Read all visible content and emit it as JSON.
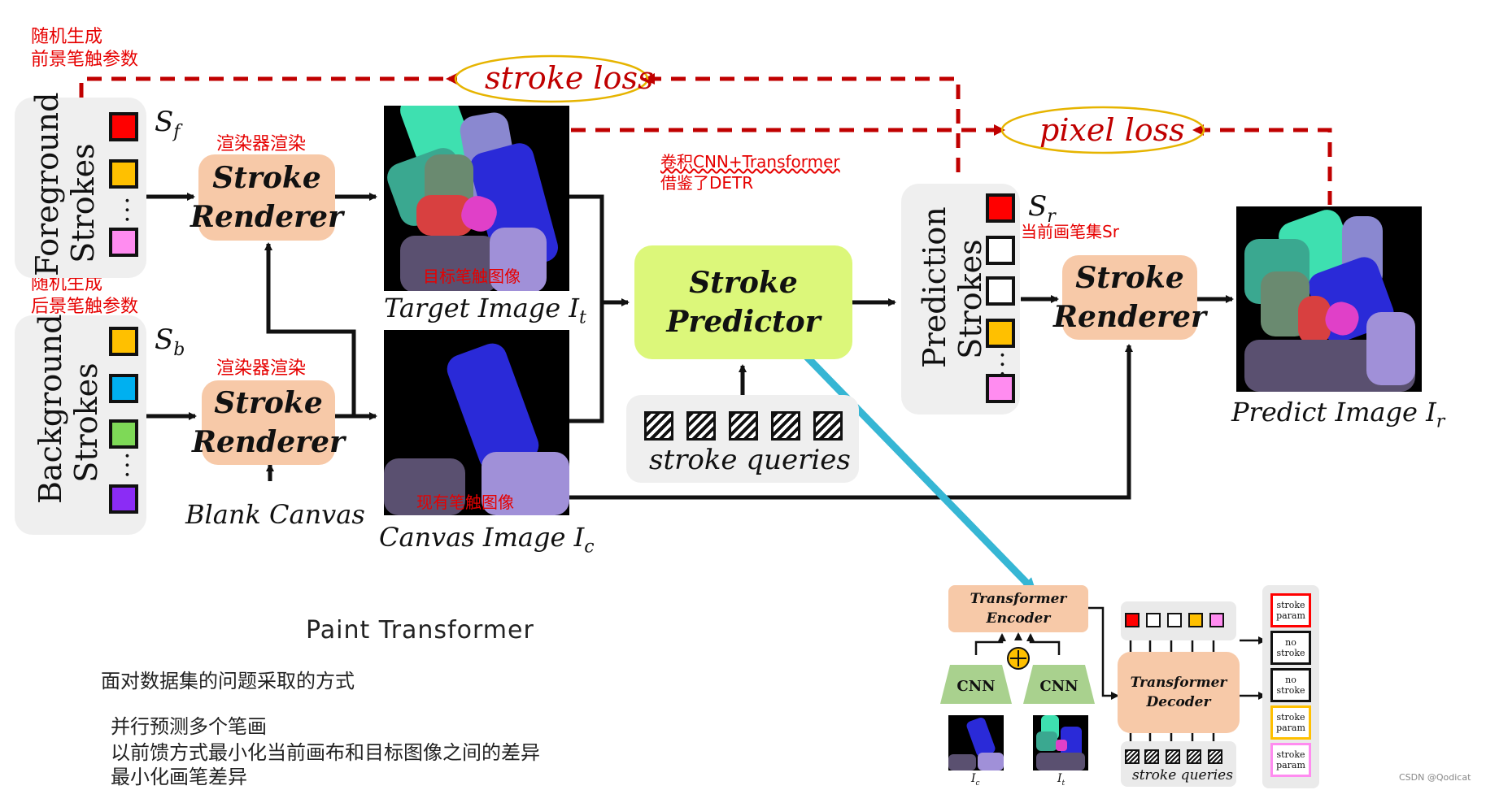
{
  "notes": {
    "fg_random": [
      "随机生成",
      "前景笔触参数"
    ],
    "bg_random": [
      "随机生成",
      "后景笔触参数"
    ],
    "renderer_note_top": "渲染器渲染",
    "renderer_note_bottom": "渲染器渲染",
    "predictor_note": [
      "卷积CNN+Transformer",
      "借鉴了DETR"
    ],
    "target_note": "目标笔触图像",
    "canvas_note": "现有笔触图像",
    "current_set_note": "当前画笔集Sr"
  },
  "foreground": {
    "label": "Foreground Strokes",
    "symbol": "S",
    "subscript": "f",
    "colors": [
      "#ff0000",
      "#ffc000",
      "#ff8cf0"
    ]
  },
  "background": {
    "label": "Background Strokes",
    "symbol": "S",
    "subscript": "b",
    "colors": [
      "#ffc000",
      "#00b0f0",
      "#7ed957",
      "#8b2cf5"
    ]
  },
  "prediction": {
    "label": "Prediction Strokes",
    "symbol": "S",
    "subscript": "r",
    "colors": [
      "#ff0000",
      "#ffffff",
      "#ffffff",
      "#ffc000",
      "#ff8cf0"
    ]
  },
  "boxes": {
    "renderer_top": [
      "Stroke",
      "Renderer"
    ],
    "renderer_bottom": [
      "Stroke",
      "Renderer"
    ],
    "renderer_right": [
      "Stroke",
      "Renderer"
    ],
    "predictor": [
      "Stroke",
      "Predictor"
    ]
  },
  "captions": {
    "target": {
      "main": "Target Image I",
      "sub": "t"
    },
    "canvas": {
      "main": "Canvas Image I",
      "sub": "c"
    },
    "predict": {
      "main": "Predict Image I",
      "sub": "r"
    },
    "blank_canvas": "Blank Canvas",
    "stroke_queries": "stroke queries"
  },
  "losses": {
    "stroke": "stroke loss",
    "pixel": "pixel loss"
  },
  "text_block": {
    "title": "Paint Transformer",
    "line1": "面对数据集的问题采取的方式",
    "line2": "并行预测多个笔画",
    "line3": "以前馈方式最小化当前画布和目标图像之间的差异",
    "line4": "最小化画笔差异"
  },
  "inset": {
    "encoder": [
      "Transformer",
      "Encoder"
    ],
    "decoder": [
      "Transformer",
      "Decoder"
    ],
    "cnn_left": "CNN",
    "cnn_right": "CNN",
    "ic_label": {
      "main": "I",
      "sub": "c"
    },
    "it_label": {
      "main": "I",
      "sub": "t"
    },
    "queries_label": "stroke queries",
    "token_colors": [
      "#ff0000",
      "#ffffff",
      "#ffffff",
      "#ffc000",
      "#ff8cf0"
    ],
    "params": [
      {
        "text": "stroke param",
        "color": "#ff0000"
      },
      {
        "text": "no stroke",
        "color": "#111111"
      },
      {
        "text": "no stroke",
        "color": "#111111"
      },
      {
        "text": "stroke param",
        "color": "#ffc000"
      },
      {
        "text": "stroke param",
        "color": "#ff8cf0"
      }
    ]
  },
  "watermark": "CSDN @Qodicat",
  "colors": {
    "loss_red": "#c00000",
    "loss_ellipse": "#e6b400",
    "arrow_blue": "#36b6d4",
    "renderer_fill": "#f7c9a8",
    "predictor_fill": "#dcf77a",
    "note_red": "#e60000"
  }
}
